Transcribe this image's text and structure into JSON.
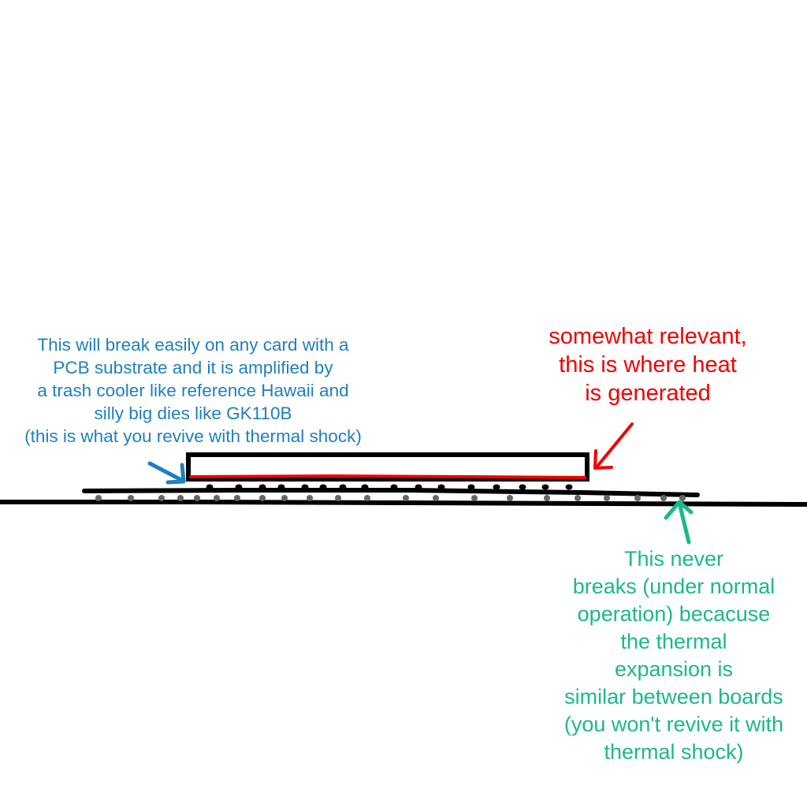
{
  "colors": {
    "blue": "#1f7fc0",
    "red": "#f00000",
    "green": "#1bb88a",
    "outline": "#000000",
    "solder_ball_top": "#000000",
    "solder_ball_bottom": "#666666"
  },
  "annotations": {
    "substrate_joints": "This will break easily on any card with a\nPCB substrate and it is amplified by\na trash cooler like reference Hawaii and\nsilly big dies like GK110B\n(this is what you revive with thermal shock)",
    "heat_source": "somewhat relevant,\nthis is where heat\nis generated",
    "board_joints": "This never\nbreaks (under normal\n operation) becacuse\nthe thermal\nexpansion is\nsimilar between boards\n(you won't revive it with\nthermal shock)"
  }
}
